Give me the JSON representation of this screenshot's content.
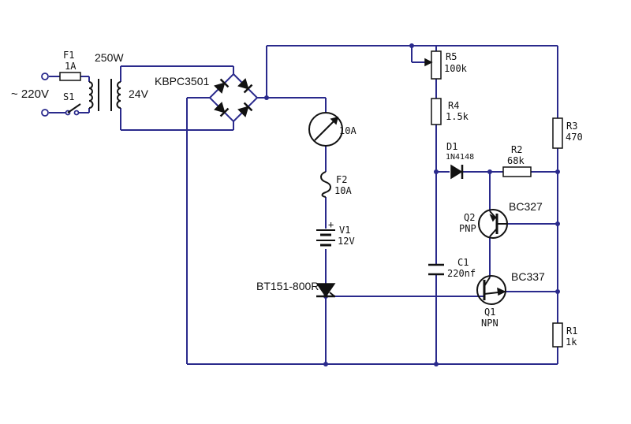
{
  "components": {
    "mains": {
      "label": "~ 220V"
    },
    "f1": {
      "name": "F1",
      "value": "1A"
    },
    "s1": {
      "name": "S1"
    },
    "transformer": {
      "power": "250W",
      "secondary": "24V"
    },
    "bridge": {
      "part": "KBPC3501"
    },
    "ammeter": {
      "value": "10A"
    },
    "f2": {
      "name": "F2",
      "value": "10A"
    },
    "v1": {
      "plus": "+",
      "name": "V1",
      "value": "12V"
    },
    "scr": {
      "part": "BT151-800R"
    },
    "r5": {
      "name": "R5",
      "value": "100k"
    },
    "r4": {
      "name": "R4",
      "value": "1.5k"
    },
    "r3": {
      "name": "R3",
      "value": "470"
    },
    "d1": {
      "name": "D1",
      "value": "1N4148"
    },
    "r2": {
      "name": "R2",
      "value": "68k"
    },
    "q2": {
      "name": "Q2",
      "type": "PNP",
      "part": "BC327"
    },
    "c1": {
      "name": "C1",
      "value": "220nf"
    },
    "q1": {
      "name": "Q1",
      "type": "NPN",
      "part": "BC337"
    },
    "r1": {
      "name": "R1",
      "value": "1k"
    }
  },
  "colors": {
    "wire": "#2a2a8c",
    "component": "#111111"
  }
}
